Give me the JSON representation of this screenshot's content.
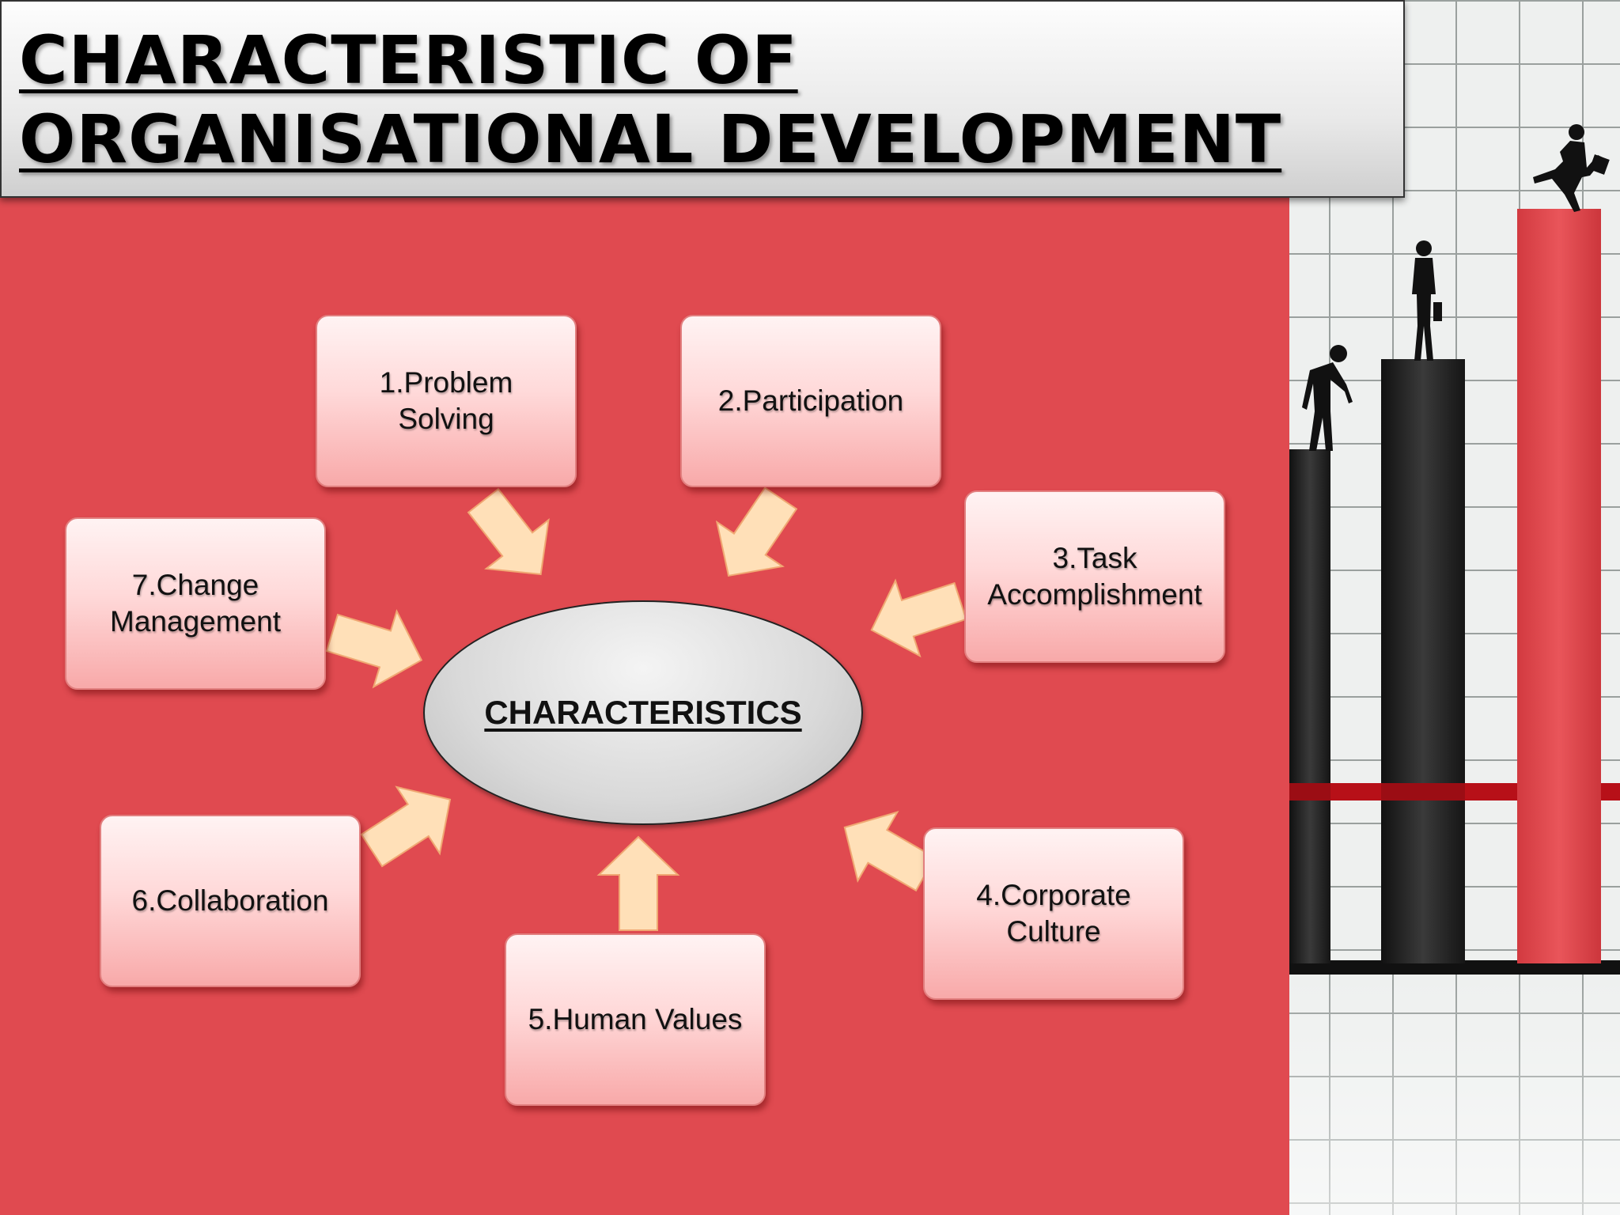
{
  "slide": {
    "title_line1": "CHARACTERISTIC OF",
    "title_line2": "ORGANISATIONAL DEVELOPMENT"
  },
  "diagram": {
    "center_label": "CHARACTERISTICS",
    "nodes": [
      {
        "id": "problem-solving",
        "text": "1.Problem\nSolving"
      },
      {
        "id": "participation",
        "text": "2.Participation"
      },
      {
        "id": "task-accomplishment",
        "text": "3.Task\nAccomplishment"
      },
      {
        "id": "corporate-culture",
        "text": "4.Corporate\nCulture"
      },
      {
        "id": "human-values",
        "text": "5.Human Values"
      },
      {
        "id": "collaboration",
        "text": "6.Collaboration"
      },
      {
        "id": "change-management",
        "text": "7.Change\nManagement"
      }
    ],
    "edges": [
      {
        "from": "problem-solving",
        "to": "center"
      },
      {
        "from": "participation",
        "to": "center"
      },
      {
        "from": "task-accomplishment",
        "to": "center"
      },
      {
        "from": "corporate-culture",
        "to": "center"
      },
      {
        "from": "human-values",
        "to": "center"
      },
      {
        "from": "collaboration",
        "to": "center"
      },
      {
        "from": "change-management",
        "to": "center"
      }
    ]
  },
  "colors": {
    "background_red": "#e04a50",
    "node_fill_top": "#fff3f3",
    "node_fill_bottom": "#f8a9a9",
    "arrow_fill": "#ffe0b8",
    "ellipse_fill": "#d9d9d9",
    "bar_dark": "#2a2a2a",
    "bar_red": "#e0444a"
  }
}
